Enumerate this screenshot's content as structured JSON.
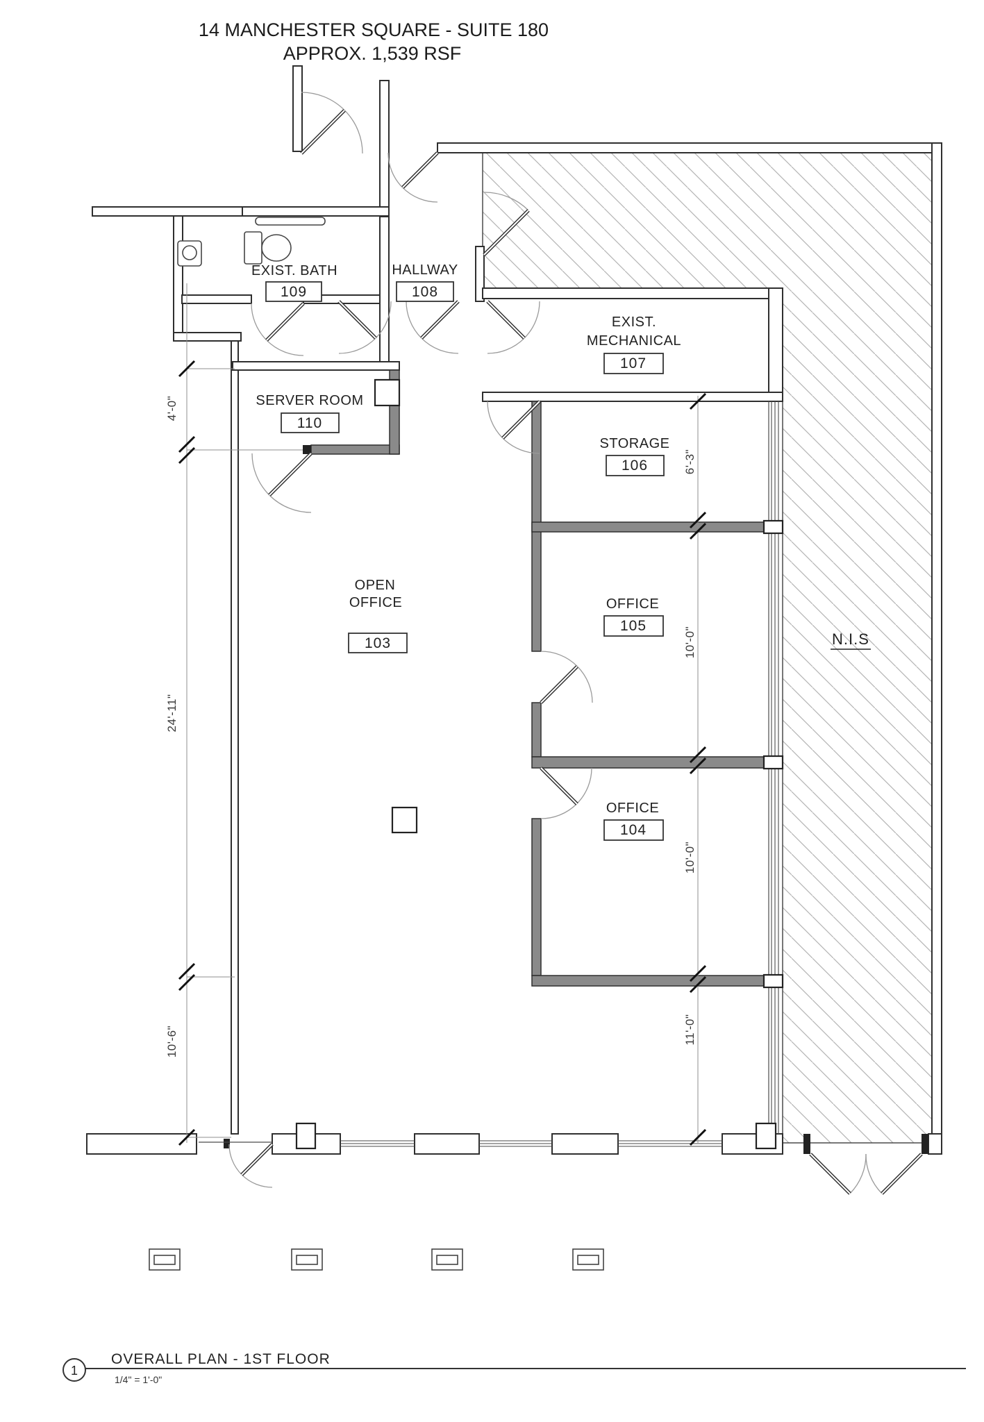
{
  "title": {
    "line1": "14 MANCHESTER SQUARE - SUITE 180",
    "line2": "APPROX. 1,539 RSF"
  },
  "rooms": {
    "bath": {
      "name": "EXIST. BATH",
      "number": "109"
    },
    "hallway": {
      "name": "HALLWAY",
      "number": "108"
    },
    "mechanical": {
      "name_line1": "EXIST.",
      "name_line2": "MECHANICAL",
      "number": "107"
    },
    "server": {
      "name": "SERVER ROOM",
      "number": "110"
    },
    "storage": {
      "name": "STORAGE",
      "number": "106"
    },
    "open_office": {
      "name_line1": "OPEN",
      "name_line2": "OFFICE",
      "number": "103"
    },
    "office105": {
      "name": "OFFICE",
      "number": "105"
    },
    "office104": {
      "name": "OFFICE",
      "number": "104"
    }
  },
  "nis_label": "N.I.S",
  "dimensions": {
    "left": [
      "4'-0\"",
      "24'-11\"",
      "10'-6\""
    ],
    "right": [
      "6'-3\"",
      "10'-0\"",
      "10'-0\"",
      "11'-0\""
    ]
  },
  "footer": {
    "detail_number": "1",
    "title": "OVERALL PLAN - 1ST FLOOR",
    "scale": "1/4\" = 1'-0\""
  },
  "colors": {
    "wall_line": "#2f2f2f",
    "new_wall_fill": "#8a8a8a",
    "hatch_line": "#b4b4b4",
    "background": "#ffffff"
  }
}
